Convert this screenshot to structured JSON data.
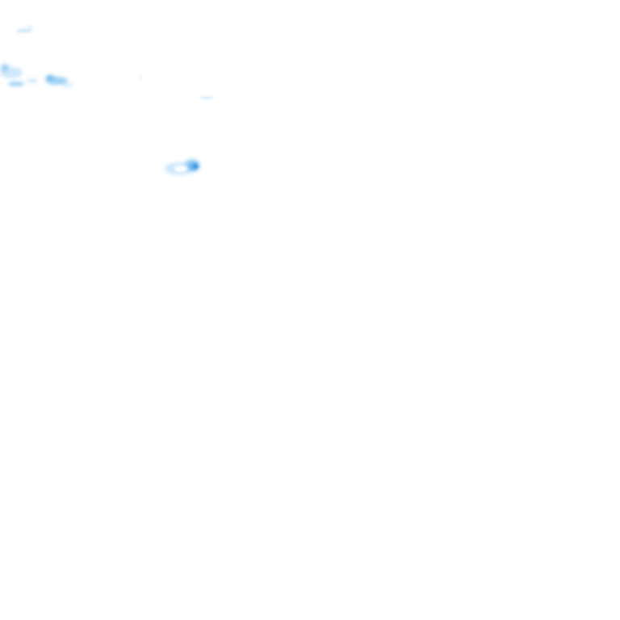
{
  "tile": {
    "background_color": "#ffffff",
    "colors": {
      "light": "#cfe8fb",
      "mid": "#9fd1f6",
      "strong": "#6bb6ee",
      "core": "#2f8fe0"
    },
    "patches": [
      {
        "id": "echo-a",
        "intensity": "light"
      },
      {
        "id": "echo-b",
        "intensity": "mid"
      },
      {
        "id": "echo-c",
        "intensity": "mid"
      },
      {
        "id": "echo-d",
        "intensity": "light"
      },
      {
        "id": "echo-e",
        "intensity": "light"
      },
      {
        "id": "echo-f",
        "intensity": "strong"
      }
    ]
  }
}
